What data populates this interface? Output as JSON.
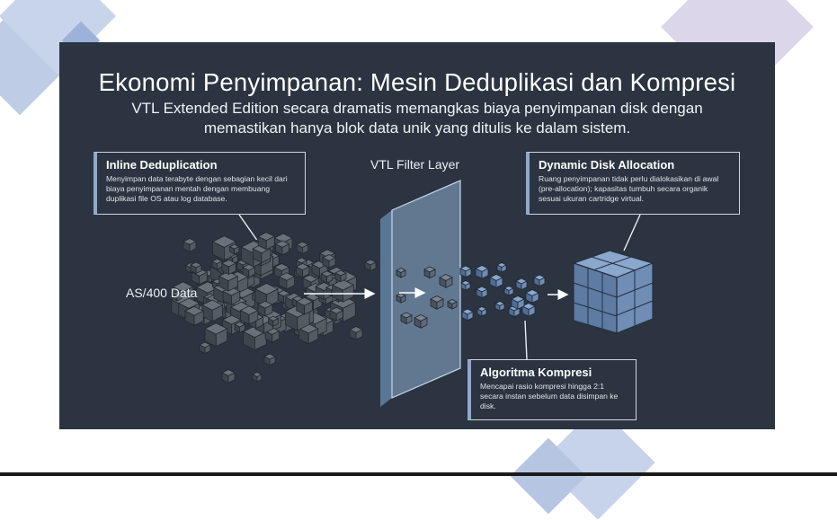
{
  "slide": {
    "title": "Ekonomi Penyimpanan: Mesin Deduplikasi dan Kompresi",
    "subtitle": "VTL Extended Edition secara dramatis memangkas biaya penyimpanan disk dengan memastikan hanya blok data unik yang ditulis ke dalam sistem.",
    "filter_layer_label": "VTL Filter Layer",
    "source_label": "AS/400 Data",
    "callouts": {
      "dedup": {
        "title": "Inline Deduplication",
        "body": "Menyimpan data terabyte dengan sebagian kecil dari biaya penyimpanan mentah dengan membuang duplikasi file OS atau log database."
      },
      "allocation": {
        "title": "Dynamic Disk Allocation",
        "body": "Ruang penyimpanan tidak perlu dialokasikan di awal (pre-allocation); kapasitas tumbuh secara organik sesuai ukuran cartridge virtual."
      },
      "compression": {
        "title": "Algoritma Kompresi",
        "body": "Mencapai rasio kompresi hingga 2:1 secara instan sebelum data disimpan ke disk."
      }
    },
    "colors": {
      "background": "#2b3440",
      "filter_glass": "#8fb0d3",
      "cube_dark": "#4a5058",
      "cube_blue": "#6f8db5",
      "accent": "#8fa9c9"
    }
  }
}
